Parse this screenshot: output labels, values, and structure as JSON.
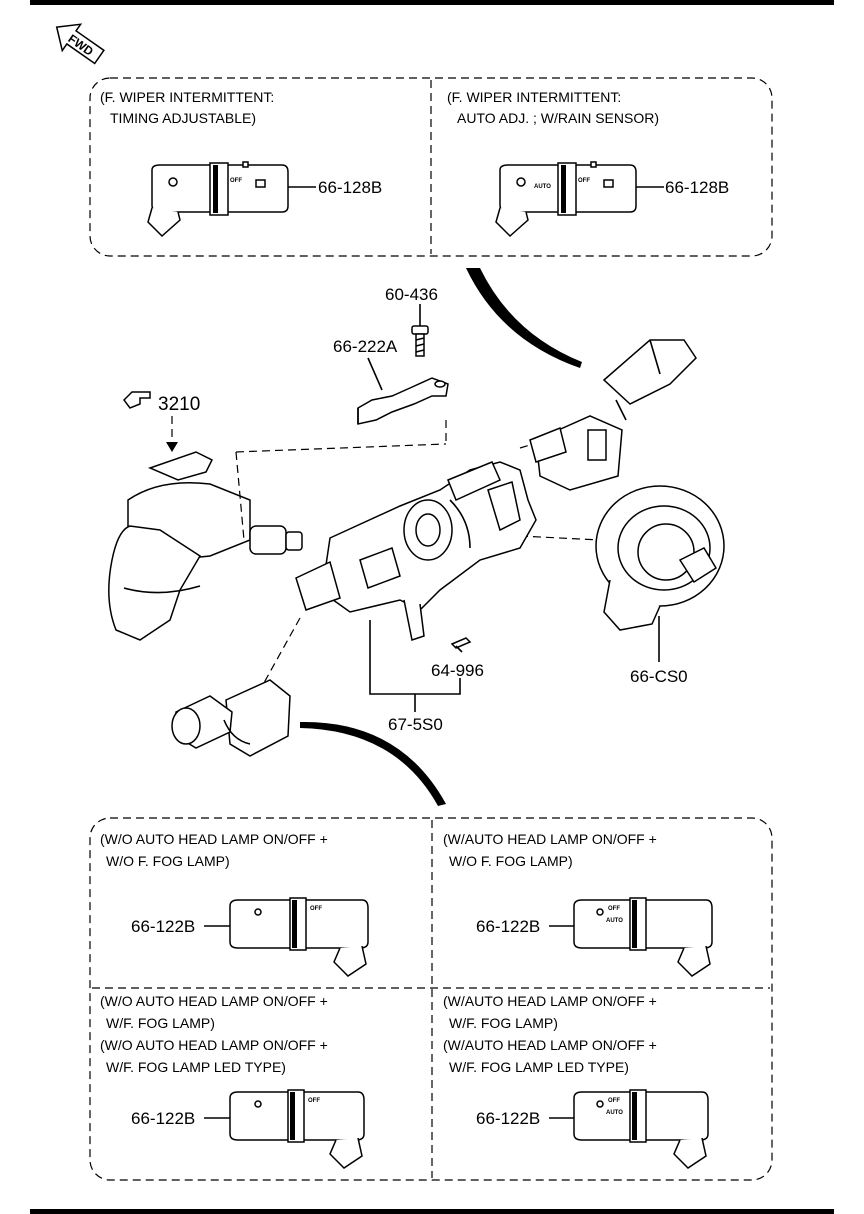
{
  "fwd_label": "FWD",
  "boxes": {
    "wiper_left": {
      "line1": "(F. WIPER INTERMITTENT:",
      "line2": "TIMING ADJUSTABLE)",
      "part": "66-128B"
    },
    "wiper_right": {
      "line1": "(F. WIPER INTERMITTENT:",
      "line2": "AUTO ADJ. ; W/RAIN SENSOR)",
      "part": "66-128B"
    },
    "lamp_tl": {
      "line1": "(W/O AUTO HEAD LAMP ON/OFF +",
      "line2": "W/O F. FOG LAMP)",
      "part": "66-122B"
    },
    "lamp_tr": {
      "line1": "(W/AUTO HEAD LAMP ON/OFF +",
      "line2": "W/O F. FOG LAMP)",
      "part": "66-122B"
    },
    "lamp_bl": {
      "line1": "(W/O AUTO HEAD LAMP ON/OFF +",
      "line2": "W/F. FOG LAMP)",
      "line3": "(W/O AUTO HEAD LAMP ON/OFF +",
      "line4": "W/F. FOG LAMP LED TYPE)",
      "part": "66-122B"
    },
    "lamp_br": {
      "line1": "(W/AUTO HEAD LAMP ON/OFF +",
      "line2": "W/F. FOG LAMP)",
      "line3": "(W/AUTO HEAD LAMP ON/OFF +",
      "line4": "W/F. FOG LAMP LED TYPE)",
      "part": "66-122B"
    }
  },
  "parts": {
    "bolt": "60-436",
    "bracket": "66-222A",
    "ref": "3210",
    "screw": "64-996",
    "clockspring": "66-CS0",
    "assembly": "67-5S0"
  },
  "switch_text": {
    "off": "OFF",
    "auto": "AUTO"
  }
}
